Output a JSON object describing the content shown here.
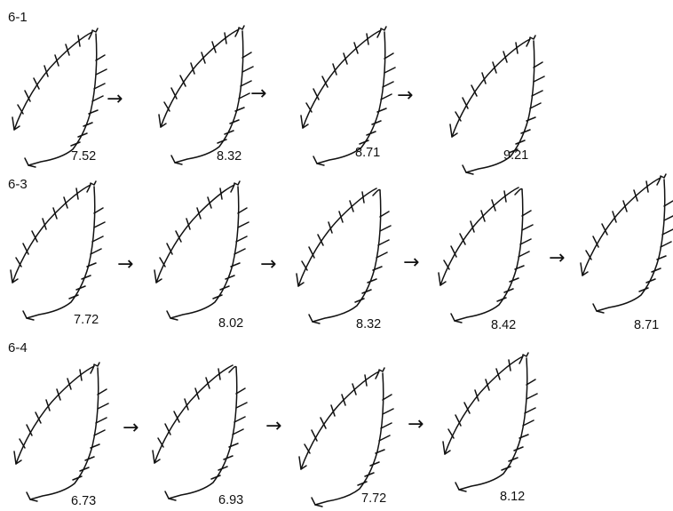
{
  "arrow_symbol": "→",
  "rows": [
    {
      "label": "6-1",
      "leaves": [
        {
          "value": "7.52",
          "tip": "notched"
        },
        {
          "value": "8.32",
          "tip": "notched"
        },
        {
          "value": "8.71",
          "tip": "notched"
        },
        {
          "value": "9.21",
          "tip": "notched"
        }
      ]
    },
    {
      "label": "6-3",
      "leaves": [
        {
          "value": "7.72",
          "tip": "notched"
        },
        {
          "value": "8.02",
          "tip": "notched"
        },
        {
          "value": "8.32",
          "tip": "rounded"
        },
        {
          "value": "8.42",
          "tip": "rounded"
        },
        {
          "value": "8.71",
          "tip": "notched"
        }
      ]
    },
    {
      "label": "6-4",
      "leaves": [
        {
          "value": "6.73",
          "tip": "notched"
        },
        {
          "value": "6.93",
          "tip": "rounded"
        },
        {
          "value": "7.72",
          "tip": "notched"
        },
        {
          "value": "8.12",
          "tip": "notched"
        }
      ]
    }
  ]
}
